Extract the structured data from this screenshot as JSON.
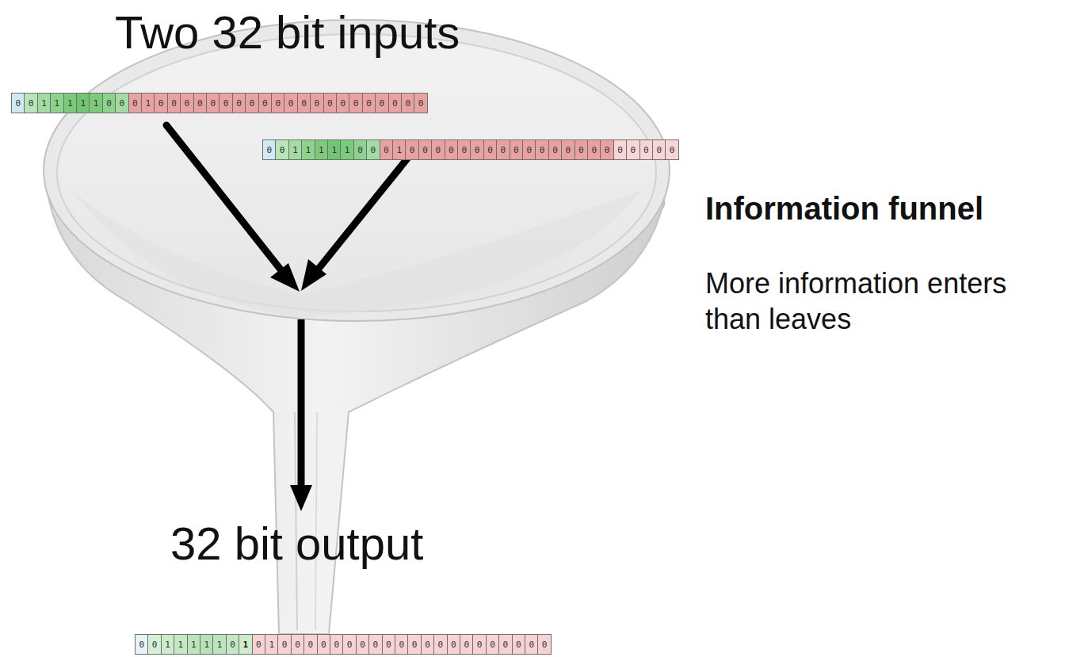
{
  "diagram": {
    "title": "Information funnel",
    "labels": [
      "Two 32 bit inputs",
      "32 bit output",
      "More information enters than leaves",
      "0",
      "0",
      "1",
      "1",
      "1",
      "1",
      "1",
      "0",
      "0",
      "0",
      "1",
      "0",
      "0",
      "0",
      "0",
      "0",
      "0",
      "0",
      "0",
      "0",
      "0",
      "0",
      "0",
      "0",
      "0",
      "0",
      "0",
      "0",
      "0",
      "0",
      "0",
      "0",
      "0",
      "0",
      "1",
      "1",
      "1",
      "1",
      "1",
      "0",
      "0",
      "0",
      "1",
      "0",
      "0",
      "0",
      "0",
      "0",
      "0",
      "0",
      "0",
      "0",
      "0",
      "0",
      "0",
      "0",
      "0",
      "0",
      "0",
      "0",
      "0",
      "0",
      "0",
      "0",
      "0",
      "0",
      "1",
      "1",
      "1",
      "1",
      "1",
      "0",
      "1",
      "0",
      "1",
      "0",
      "0",
      "0",
      "0",
      "0",
      "0",
      "0",
      "0",
      "0",
      "0",
      "0",
      "0",
      "0",
      "0",
      "0",
      "0",
      "0",
      "0",
      "0",
      "0",
      "0"
    ]
  }
}
